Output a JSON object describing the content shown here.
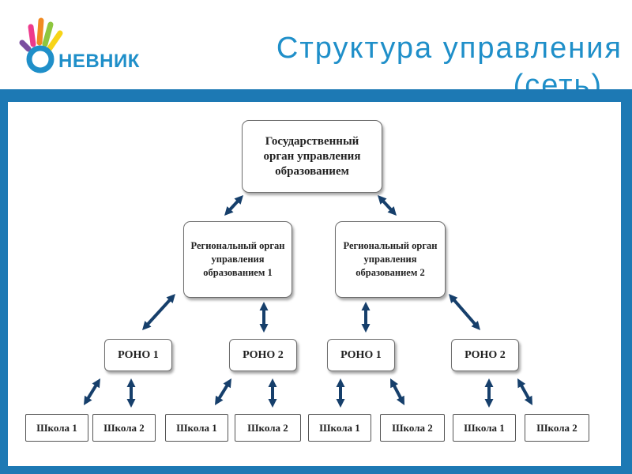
{
  "header": {
    "logo_text": "НЕВНИК",
    "title_line1": "Структура управления",
    "title_line2": "(сеть)"
  },
  "diagram": {
    "top": "Государственный орган управления образованием",
    "regional": [
      "Региональный орган управления образованием 1",
      "Региональный орган управления образованием 2"
    ],
    "rono": [
      "РОНО 1",
      "РОНО 2",
      "РОНО 1",
      "РОНО 2"
    ],
    "schools": [
      "Школа 1",
      "Школа 2",
      "Школа 1",
      "Школа 2",
      "Школа 1",
      "Школа 2",
      "Школа 1",
      "Школа 2"
    ]
  },
  "colors": {
    "accent": "#1f8fc9",
    "frame": "#1d79b4",
    "arrow": "#163f6b",
    "hand_fingers": [
      "#f7d417",
      "#8ec63f",
      "#f18a22",
      "#ee3a8c",
      "#7a4fa0"
    ]
  }
}
